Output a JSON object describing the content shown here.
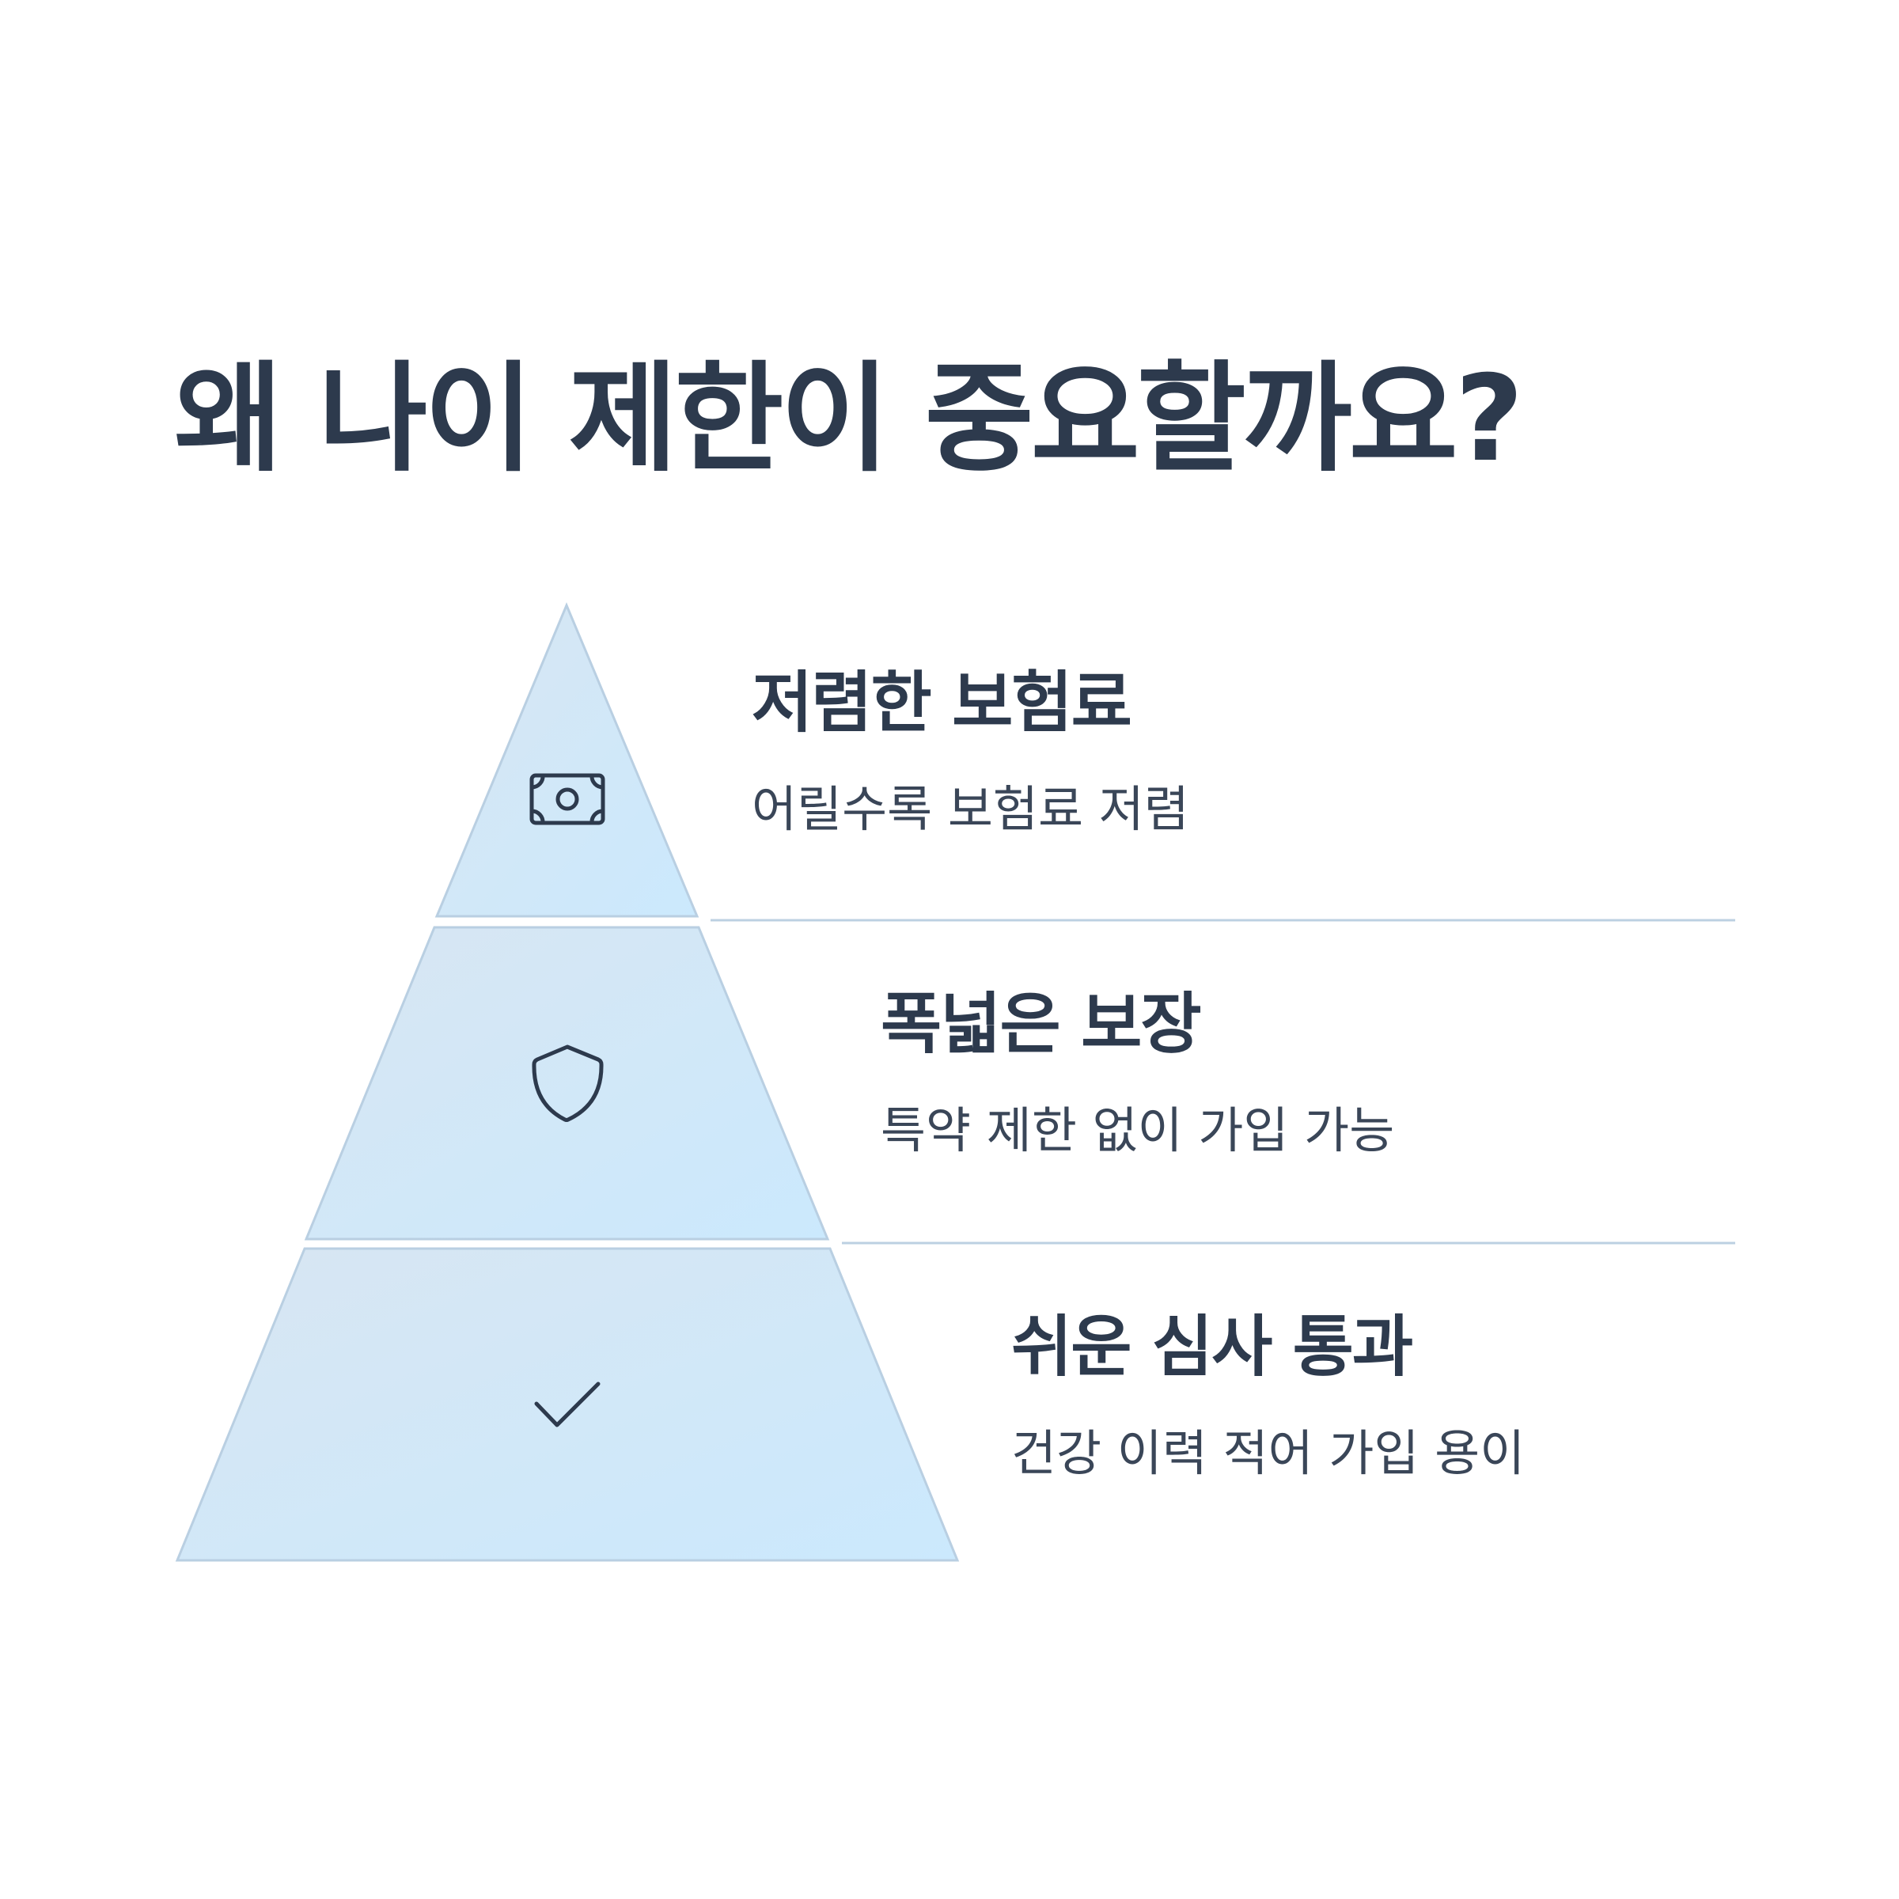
{
  "title": "왜 나이 제한이 중요할까요?",
  "colors": {
    "text": "#2d3a4d",
    "tier_fill_top": "#d6e6f3",
    "tier_fill_bottom": "#cce9fd",
    "tier_stroke": "#b9cfe2",
    "divider": "#bcd0e2"
  },
  "tiers": [
    {
      "title": "저렴한 보험료",
      "description": "어릴수록 보험료 저렴",
      "icon": "money-bill-icon"
    },
    {
      "title": "폭넓은 보장",
      "description": "특약 제한 없이 가입 가능",
      "icon": "shield-icon"
    },
    {
      "title": "쉬운 심사 통과",
      "description": "건강 이력 적어 가입 용이",
      "icon": "check-icon"
    }
  ]
}
